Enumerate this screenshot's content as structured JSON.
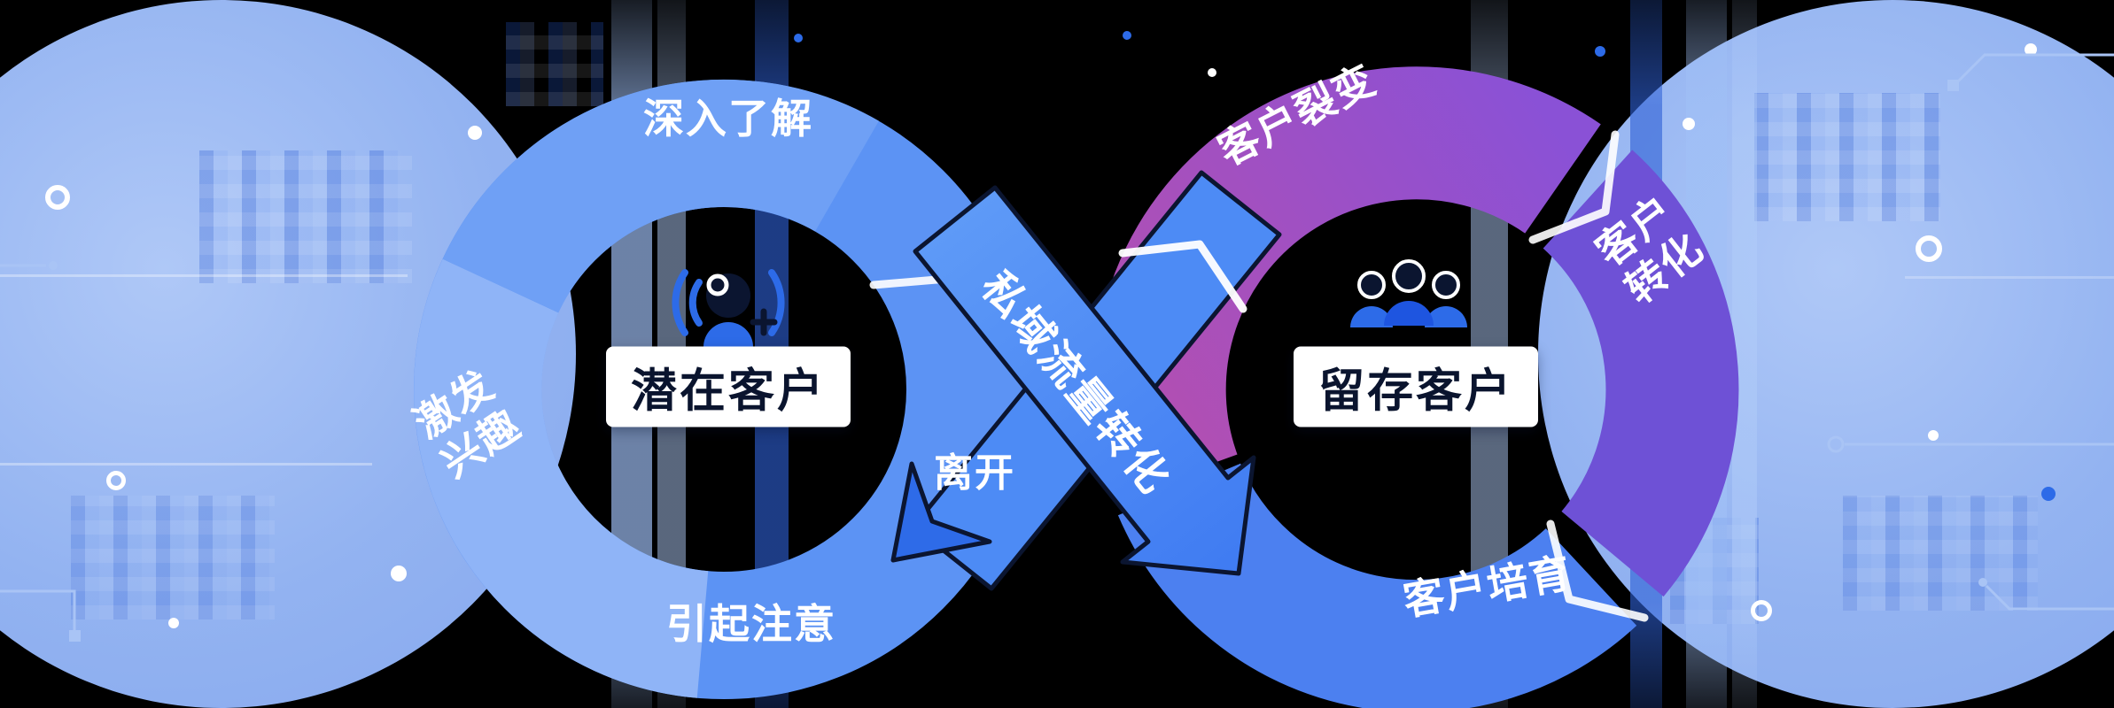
{
  "diagram": {
    "left_loop": {
      "center_label": "潜在客户",
      "stages": [
        {
          "label": "深入了解"
        },
        {
          "label": "激发\n兴趣"
        },
        {
          "label": "引起注意"
        }
      ]
    },
    "transition_label": "私域流量转化",
    "exit_label": "离开",
    "right_loop": {
      "center_label": "留存客户",
      "stages": [
        {
          "label": "客户裂变"
        },
        {
          "label": "客户\n转化"
        },
        {
          "label": "客户培育"
        }
      ]
    },
    "colors": {
      "loop_blue": "#5C93F4",
      "loop_light_blue": "#8FB4F7",
      "segment_purple": "#A24FC0",
      "segment_violet": "#6E51D6",
      "segment_blue": "#4C80F0",
      "arrow_blue": "#478AF6",
      "accent_blue": "#2D6BE8",
      "outline_navy": "#0B1530",
      "decor_circle_blue": "#93B3F1",
      "background": "#000000"
    },
    "icons": {
      "left_center": "prospect-scan-icon",
      "right_center": "user-group-icon"
    }
  }
}
